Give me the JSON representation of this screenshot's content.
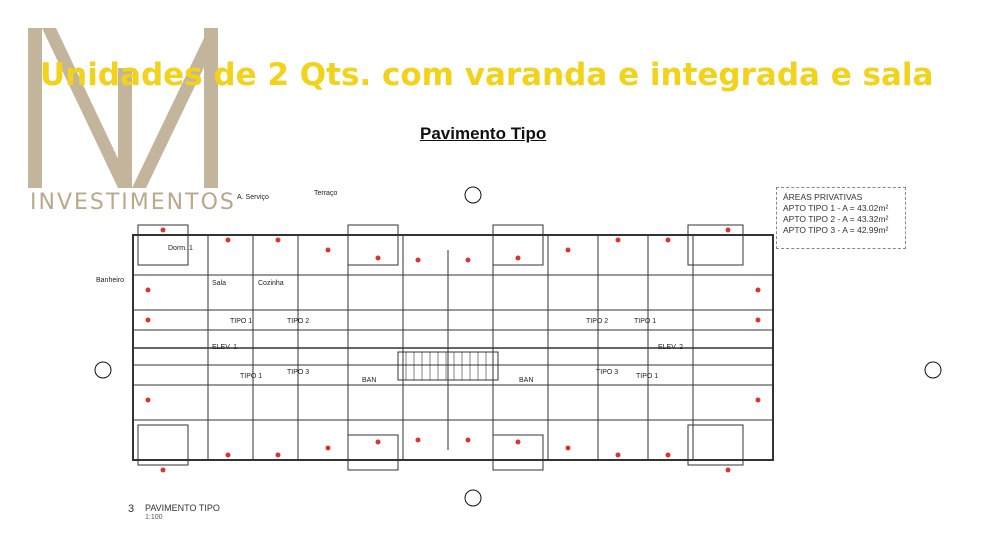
{
  "logo": {
    "text": "INVESTIMENTOS",
    "color": "#b8a98a"
  },
  "headline": {
    "text": "Unidades de 2 Qts. com varanda e integrada e sala",
    "color": "#f2d21a"
  },
  "subtitle": "Pavimento Tipo",
  "areas": {
    "title": "ÁREAS PRIVATIVAS",
    "lines": [
      "APTO TIPO 1 - A = 43.02m²",
      "APTO TIPO 2 - A = 43.32m²",
      "APTO TIPO 3 - A = 42.99m²"
    ]
  },
  "plan_labels": {
    "tipo1_left": "TIPO 1",
    "tipo2_left": "TIPO 2",
    "tipo2_right": "TIPO 2",
    "tipo1_right": "TIPO 1",
    "elev1": "ELEV. 1",
    "elev2": "ELEV. 2",
    "tipo1_bl": "TIPO 1",
    "tipo3_l": "TIPO 3",
    "tipo3_r": "TIPO 3",
    "tipo1_br": "TIPO 1",
    "ban_l": "BAN",
    "ban_r": "BAN",
    "dorm": "Dorm. 1",
    "sala": "Sala",
    "cozinha": "Cozinha",
    "banheiro": "Banheiro",
    "terraco": "Terraço",
    "aservico": "A. Serviço"
  },
  "footer": {
    "number": "3",
    "title": "PAVIMENTO TIPO",
    "scale": "1:100"
  }
}
